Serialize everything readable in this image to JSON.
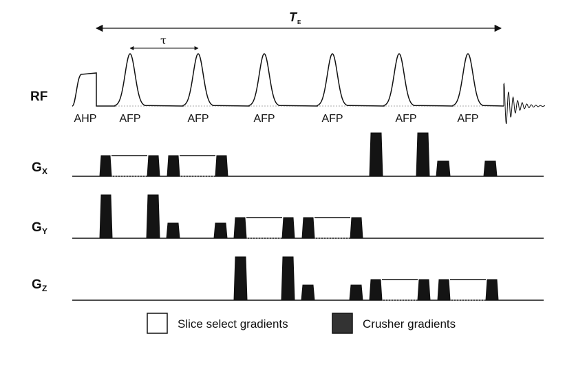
{
  "te_label": {
    "main": "T",
    "sub": "E"
  },
  "tau_label": "τ",
  "rows": {
    "rf": {
      "label": "RF"
    },
    "gx": {
      "label": "G",
      "sub": "X"
    },
    "gy": {
      "label": "G",
      "sub": "Y"
    },
    "gz": {
      "label": "G",
      "sub": "Z"
    }
  },
  "pulse_labels": [
    "AHP",
    "AFP",
    "AFP",
    "AFP",
    "AFP",
    "AFP",
    "AFP"
  ],
  "legend": {
    "slice_select": "Slice select gradients",
    "crusher": "Crusher gradients"
  },
  "colors": {
    "ink": "#111111",
    "crusher_fill": "#141414",
    "dotted": "#aaaaaa"
  }
}
